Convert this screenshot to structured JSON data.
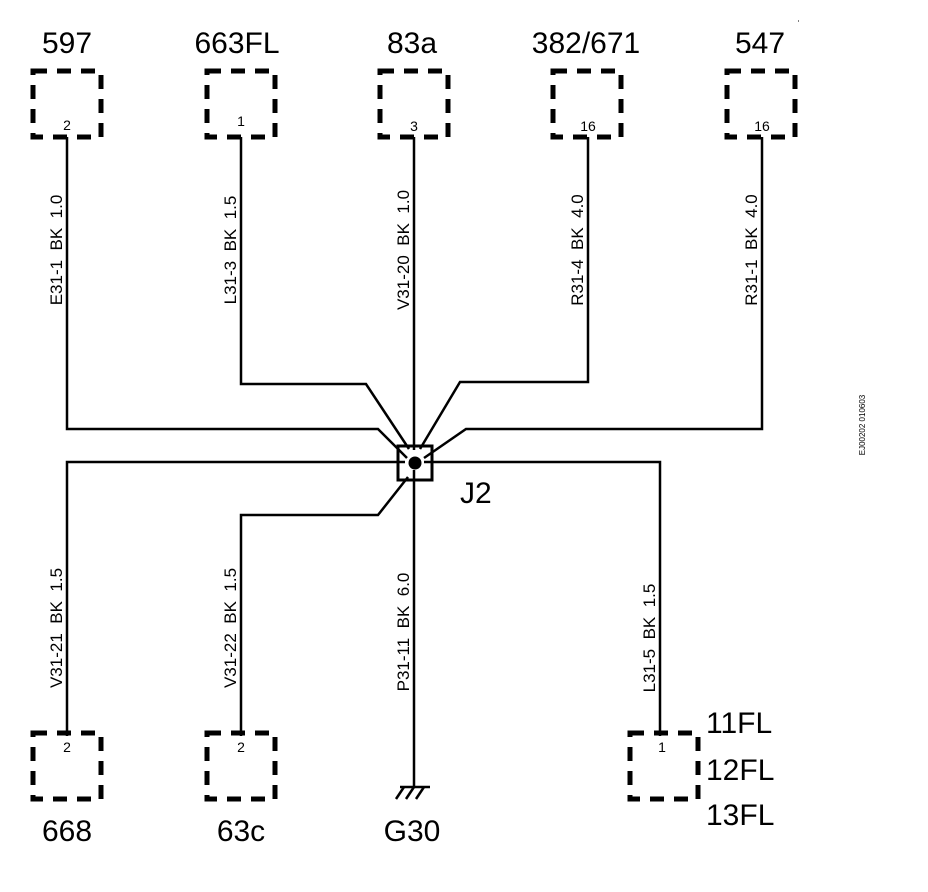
{
  "connectors": {
    "c597": {
      "name": "597",
      "pin": "2"
    },
    "c663fl": {
      "name": "663FL",
      "pin": "1"
    },
    "c83a": {
      "name": "83a",
      "pin": "3"
    },
    "c382": {
      "name": "382/671",
      "pin": "16"
    },
    "c547": {
      "name": "547",
      "pin": "16"
    },
    "c668": {
      "name": "668",
      "pin": "2"
    },
    "c63c": {
      "name": "63c",
      "pin": "2"
    },
    "c11fl": {
      "name": "11FL",
      "pin": "1",
      "extra1": "12FL",
      "extra2": "13FL"
    }
  },
  "ground": {
    "name": "G30"
  },
  "splice": {
    "name": "J2"
  },
  "wires": {
    "w1": {
      "id": "E31-1",
      "color": "BK",
      "gauge": "1.0"
    },
    "w2": {
      "id": "L31-3",
      "color": "BK",
      "gauge": "1.5"
    },
    "w3": {
      "id": "V31-20",
      "color": "BK",
      "gauge": "1.0"
    },
    "w4": {
      "id": "R31-4",
      "color": "BK",
      "gauge": "4.0"
    },
    "w5": {
      "id": "R31-1",
      "color": "BK",
      "gauge": "4.0"
    },
    "w6": {
      "id": "V31-21",
      "color": "BK",
      "gauge": "1.5"
    },
    "w7": {
      "id": "V31-22",
      "color": "BK",
      "gauge": "1.5"
    },
    "w8": {
      "id": "P31-11",
      "color": "BK",
      "gauge": "6.0"
    },
    "w9": {
      "id": "L31-5",
      "color": "BK",
      "gauge": "1.5"
    }
  },
  "side_code": "EJ00202 010603"
}
